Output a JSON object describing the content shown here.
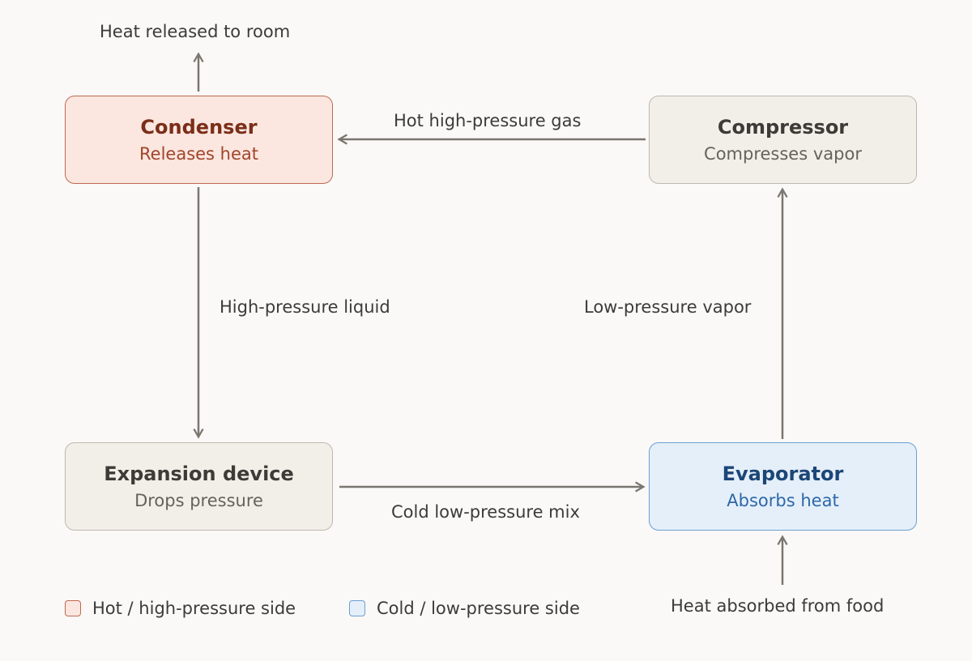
{
  "nodes": {
    "condenser": {
      "title": "Condenser",
      "subtitle": "Releases heat"
    },
    "compressor": {
      "title": "Compressor",
      "subtitle": "Compresses vapor"
    },
    "expansion": {
      "title": "Expansion device",
      "subtitle": "Drops pressure"
    },
    "evaporator": {
      "title": "Evaporator",
      "subtitle": "Absorbs heat"
    }
  },
  "flows": {
    "heat_out": "Heat released to room",
    "hot_gas": "Hot high-pressure gas",
    "hp_liquid": "High-pressure liquid",
    "lp_vapor": "Low-pressure vapor",
    "cold_mix": "Cold low-pressure mix",
    "heat_in": "Heat absorbed from food"
  },
  "legend": {
    "hot": "Hot / high-pressure side",
    "cold": "Cold / low-pressure side"
  },
  "colors": {
    "hot_fill": "#fbe6e0",
    "hot_border": "#c06a50",
    "cold_fill": "#e5eff9",
    "cold_border": "#6a9fd3",
    "neutral_fill": "#f2efe9",
    "neutral_border": "#bdb8af",
    "arrow": "#7a7670"
  }
}
